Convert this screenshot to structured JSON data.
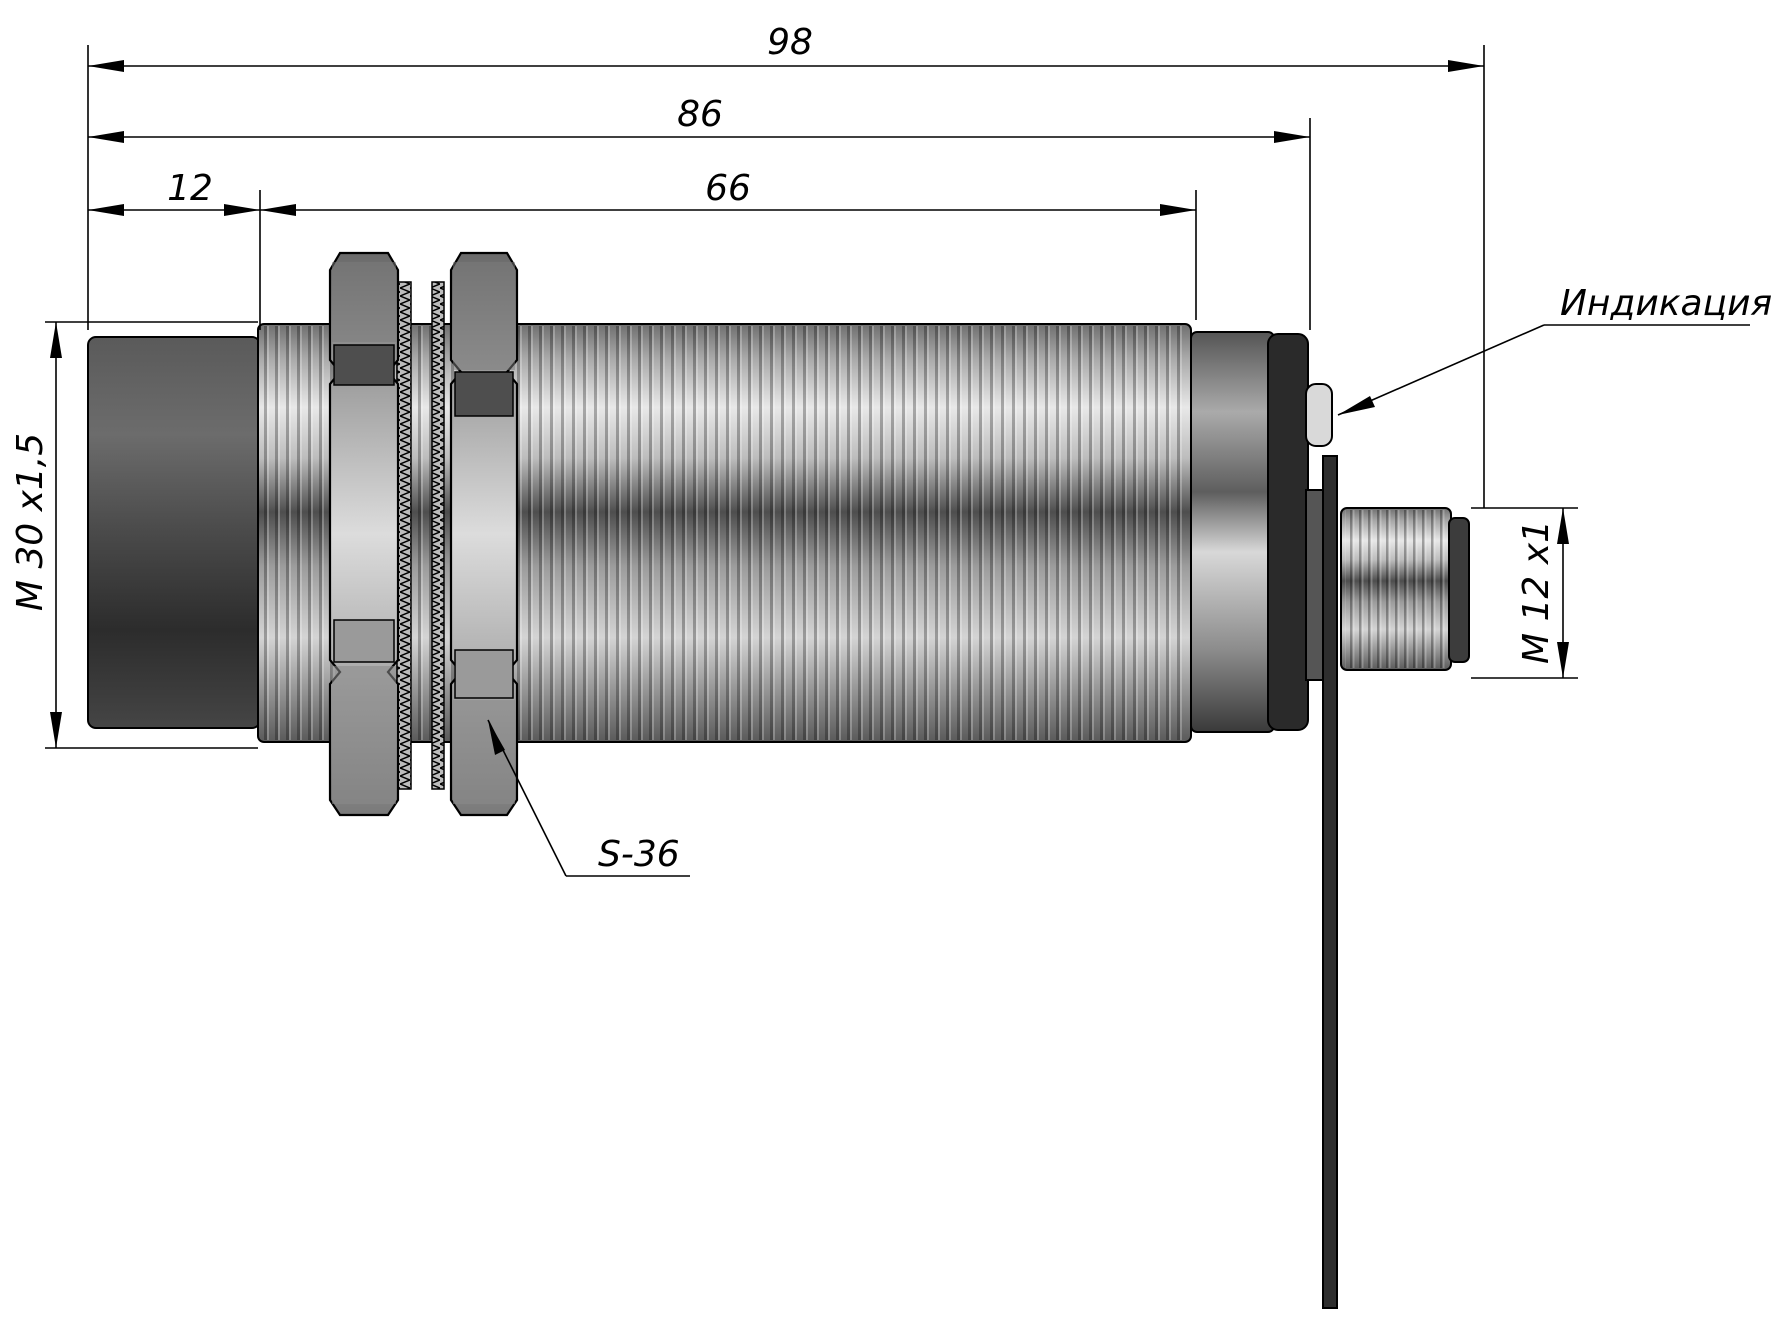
{
  "drawing": {
    "dimensions": {
      "overall": "98",
      "to_body_end": "86",
      "front_cap": "12",
      "thread_length": "66",
      "body_thread": "M 30 x1,5",
      "connector_thread": "M 12 x1"
    },
    "callouts": {
      "indication": "Индикация",
      "nut_size": "S-36"
    }
  }
}
